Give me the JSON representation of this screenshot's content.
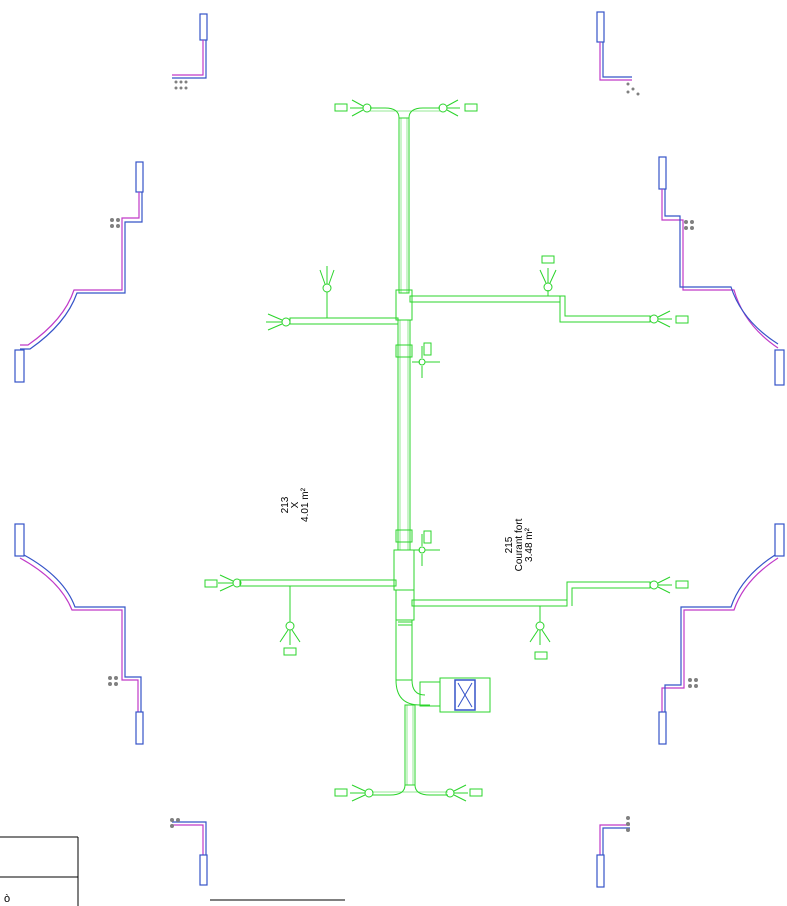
{
  "rooms": [
    {
      "number": "213",
      "name": "X",
      "area": "4.01 m²"
    },
    {
      "number": "215",
      "name": "Courant fort",
      "area": "3.48 m²"
    }
  ],
  "title_block": {
    "fragment": "ò"
  },
  "colors": {
    "duct": "#2bd42b",
    "pipe_magenta": "#c03ac8",
    "pipe_blue": "#3553c8",
    "pipe_cyan": "#2cc8c8",
    "fixture_gray": "#808080"
  }
}
